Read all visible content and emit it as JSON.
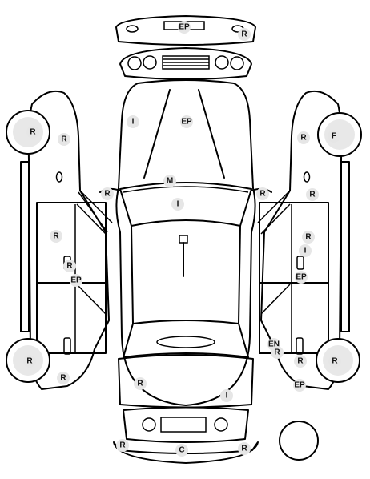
{
  "markers": [
    {
      "id": "front-bumper-ep",
      "code": "EP"
    },
    {
      "id": "front-bumper-r",
      "code": "R"
    },
    {
      "id": "hood-i",
      "code": "I"
    },
    {
      "id": "hood-ep",
      "code": "EP"
    },
    {
      "id": "windshield-m",
      "code": "M"
    },
    {
      "id": "windshield-i",
      "code": "I"
    },
    {
      "id": "left-mirror-r",
      "code": "R"
    },
    {
      "id": "right-mirror-r",
      "code": "R"
    },
    {
      "id": "left-front-wheel-r",
      "code": "R"
    },
    {
      "id": "left-front-fender-r",
      "code": "R"
    },
    {
      "id": "left-front-door-r",
      "code": "R"
    },
    {
      "id": "left-front-door-handle-r",
      "code": "R"
    },
    {
      "id": "left-sill-ep",
      "code": "EP"
    },
    {
      "id": "left-rear-wheel-r",
      "code": "R"
    },
    {
      "id": "left-rear-quarter-r",
      "code": "R"
    },
    {
      "id": "right-front-wheel-f",
      "code": "F"
    },
    {
      "id": "right-front-fender-r",
      "code": "R"
    },
    {
      "id": "right-fender-lower-r",
      "code": "R"
    },
    {
      "id": "right-front-door-r",
      "code": "R"
    },
    {
      "id": "right-front-door-i",
      "code": "I"
    },
    {
      "id": "right-sill-ep",
      "code": "EP"
    },
    {
      "id": "right-rear-door-en",
      "code": "EN"
    },
    {
      "id": "right-rear-door-r",
      "code": "R"
    },
    {
      "id": "right-rear-handle-r",
      "code": "R"
    },
    {
      "id": "right-rear-wheel-r",
      "code": "R"
    },
    {
      "id": "right-rear-quarter-ep",
      "code": "EP"
    },
    {
      "id": "trunk-r",
      "code": "R"
    },
    {
      "id": "trunk-i",
      "code": "I"
    },
    {
      "id": "rear-bumper-r-left",
      "code": "R"
    },
    {
      "id": "rear-bumper-c",
      "code": "C"
    },
    {
      "id": "rear-bumper-r-right",
      "code": "R"
    }
  ]
}
